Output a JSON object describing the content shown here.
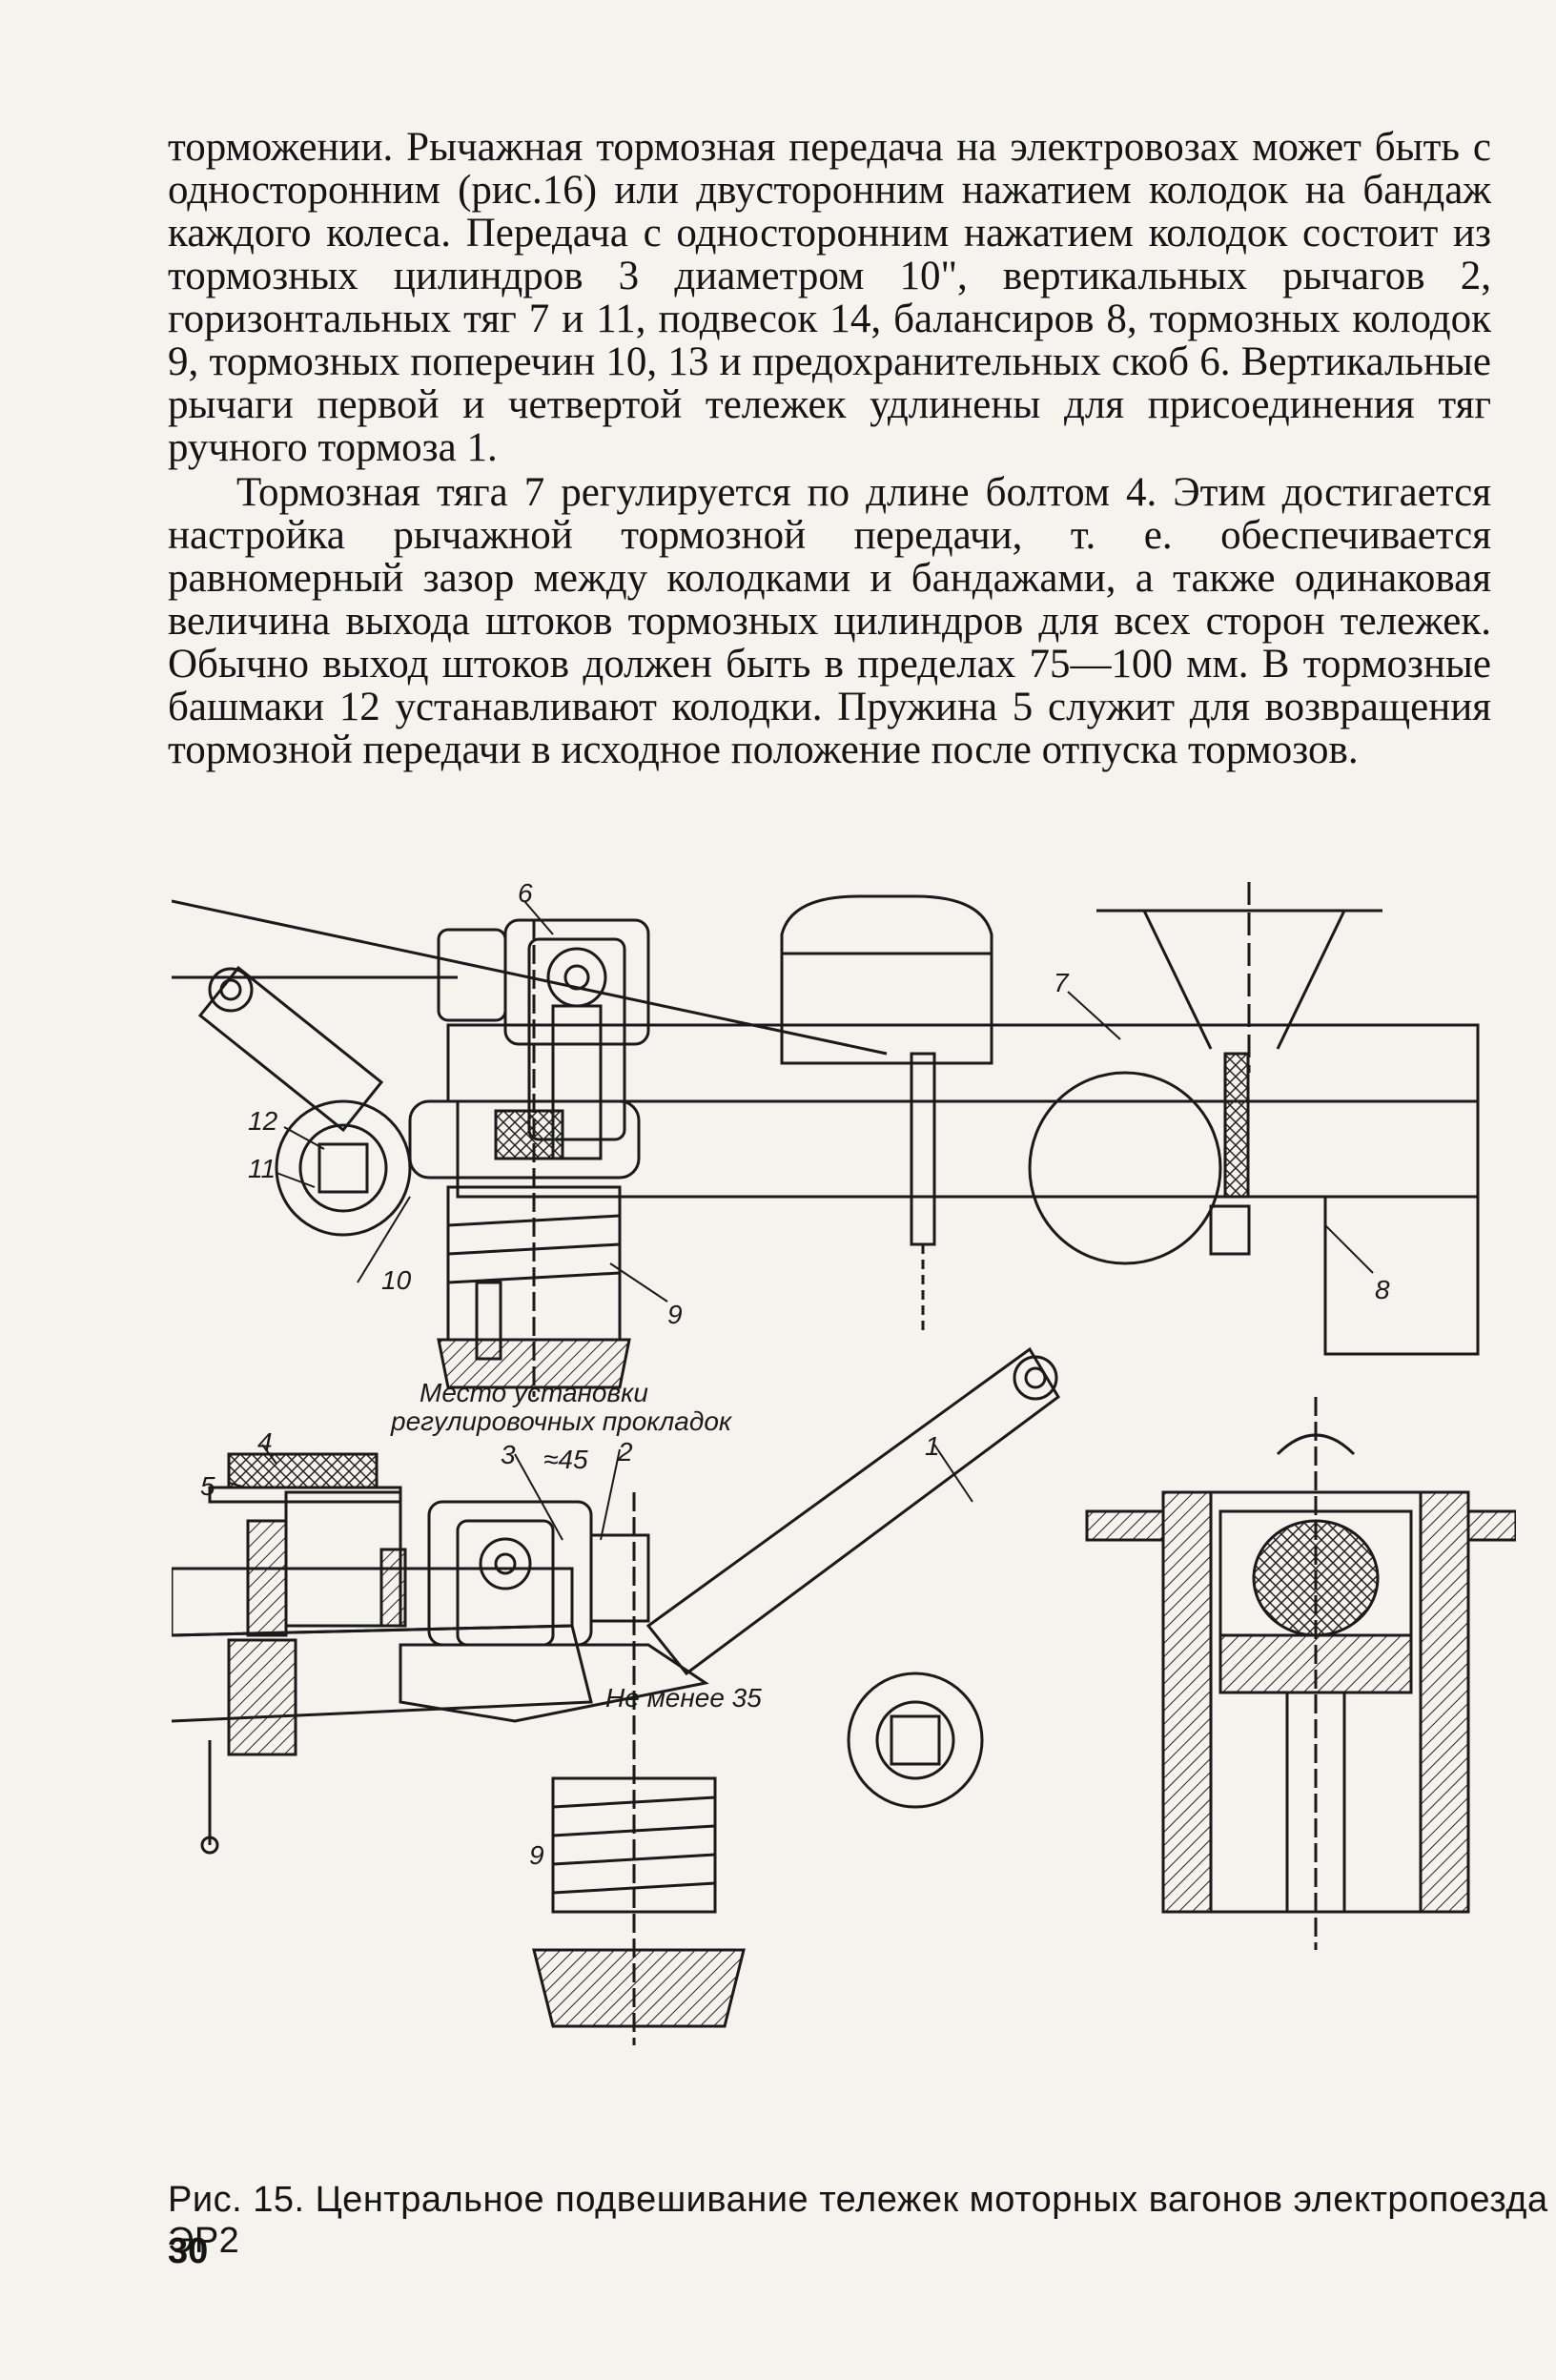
{
  "text": {
    "p1": "торможении. Рычажная тормозная передача на электровозах может быть с односторонним (рис.16) или двусторонним нажатием колодок на бандаж каждого колеса. Передача с односторонним нажатием колодок состоит из тормозных цилиндров 3 диаметром 10\", вертикальных рычагов 2, горизонтальных тяг 7 и 11, подвесок 14, балансиров 8, тормозных колодок 9, тормозных поперечин 10, 13 и предохранительных скоб 6. Вертикальные рычаги первой и четвертой тележек удлинены для присоединения тяг ручного тормоза 1.",
    "p2": "Тормозная тяга 7 регулируется по длине болтом 4. Этим достигается настройка рычажной тормозной передачи, т. е. обеспечивается равномерный зазор между колодками и бандажами, а также одинаковая величина выхода штоков тормозных цилиндров для всех сторон тележек. Обычно выход штоков должен быть в пределах 75—100 мм. В тормозные башмаки 12 устанавливают колодки. Пружина 5 служит для возвращения тормозной передачи в исходное положение после отпуска тормозов."
  },
  "figure": {
    "labels": {
      "l6": "6",
      "l7": "7",
      "l12": "12",
      "l11": "11",
      "l10": "10",
      "l9a": "9",
      "l8": "8",
      "l4": "4",
      "l5": "5",
      "l3": "3",
      "l45": "≈45",
      "l2": "2",
      "l1": "1",
      "l9b": "9",
      "mesto1": "Место установки",
      "mesto2": "регулировочных прокладок",
      "nemenee": "Не менее 35"
    }
  },
  "caption": "Рис. 15. Центральное подвешивание тележек моторных вагонов электропоезда ЭР2",
  "page_number": "30"
}
